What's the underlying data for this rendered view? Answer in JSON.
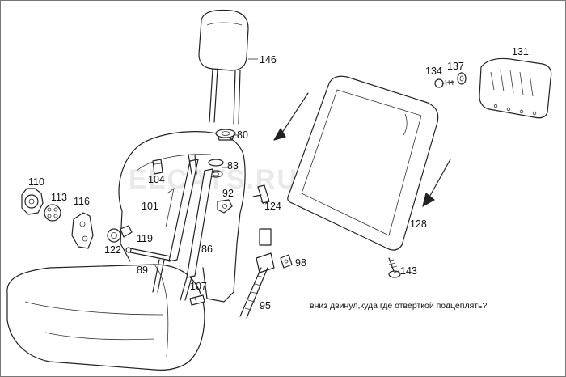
{
  "watermark": "ELCATS.RU",
  "note": "вниз двинул,куда где отверткой подцеплять?",
  "labels": {
    "l146": "146",
    "l131": "131",
    "l134": "134",
    "l137": "137",
    "l80": "80",
    "l83": "83",
    "l104": "104",
    "l92": "92",
    "l110": "110",
    "l113": "113",
    "l116": "116",
    "l101": "101",
    "l124": "124",
    "l128": "128",
    "l119": "119",
    "l122": "122",
    "l86": "86",
    "l98": "98",
    "l89": "89",
    "l143": "143",
    "l107": "107",
    "l95": "95"
  }
}
